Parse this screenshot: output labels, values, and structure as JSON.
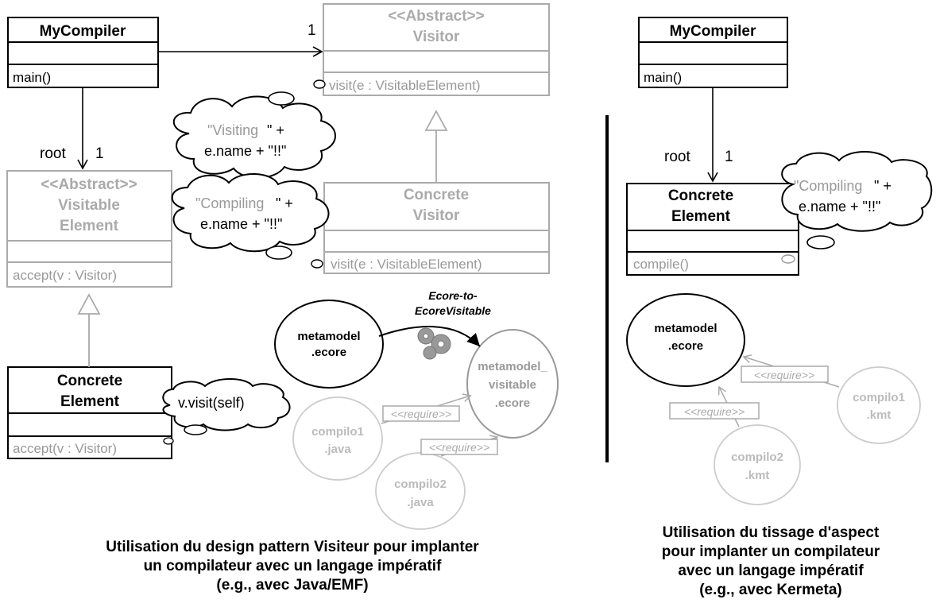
{
  "colors": {
    "black": "#000000",
    "gray": "#aaaaaa",
    "darkgray": "#888888"
  },
  "left": {
    "mycompiler": {
      "name": "MyCompiler",
      "op": "main()"
    },
    "visitor": {
      "stereo": "<<Abstract>>",
      "name": "Visitor",
      "op": "visit(e : VisitableElement)"
    },
    "visitable": {
      "stereo": "<<Abstract>>",
      "name1": "Visitable",
      "name2": "Element",
      "op": "accept(v : Visitor)"
    },
    "concrete_visitor": {
      "name1": "Concrete",
      "name2": "Visitor",
      "op": "visit(e : VisitableElement)"
    },
    "concrete_element": {
      "name1": "Concrete",
      "name2": "Element",
      "op": "accept(v : Visitor)"
    },
    "assoc_visitor_mult": "1",
    "assoc_root_role": "root",
    "assoc_root_mult": "1",
    "bubble_visiting": {
      "l1_a": "\"Visiting",
      "l1_b": " \" +",
      "l2": "e.name + \"!!\""
    },
    "bubble_compiling": {
      "l1_a": "\"Compiling",
      "l1_b": " \" +",
      "l2": "e.name + \"!!\""
    },
    "bubble_visit_self": "v.visit(self)",
    "transformation": {
      "l1": "Ecore-to-",
      "l2": "EcoreVisitable"
    },
    "metamodel": {
      "l1": "metamodel",
      "l2": ".ecore"
    },
    "metamodel_visitable": {
      "l1": "metamodel_",
      "l2": "visitable",
      "l3": ".ecore"
    },
    "compilo1": {
      "l1": "compilo1",
      "l2": ".java"
    },
    "compilo2": {
      "l1": "compilo2",
      "l2": ".java"
    },
    "require1": "<<require>>",
    "require2": "<<require>>",
    "caption": {
      "l1": "Utilisation du design pattern Visiteur pour implanter",
      "l2": "un compilateur avec un langage impératif",
      "l3": "(e.g., avec Java/EMF)"
    }
  },
  "right": {
    "mycompiler": {
      "name": "MyCompiler",
      "op": "main()"
    },
    "assoc_root_role": "root",
    "assoc_root_mult": "1",
    "concrete_element": {
      "name1": "Concrete",
      "name2": "Element",
      "op": "compile()"
    },
    "bubble_compiling": {
      "l1_a": "\"Compiling",
      "l1_b": " \" +",
      "l2": "e.name + \"!!\""
    },
    "metamodel": {
      "l1": "metamodel",
      "l2": ".ecore"
    },
    "compilo1": {
      "l1": "compilo1",
      "l2": ".kmt"
    },
    "compilo2": {
      "l1": "compilo2",
      "l2": ".kmt"
    },
    "require1": "<<require>>",
    "require2": "<<require>>",
    "caption": {
      "l1": "Utilisation du tissage d'aspect",
      "l2": "pour implanter un compilateur",
      "l3": "avec un langage impératif",
      "l4": "(e.g., avec Kermeta)"
    }
  }
}
